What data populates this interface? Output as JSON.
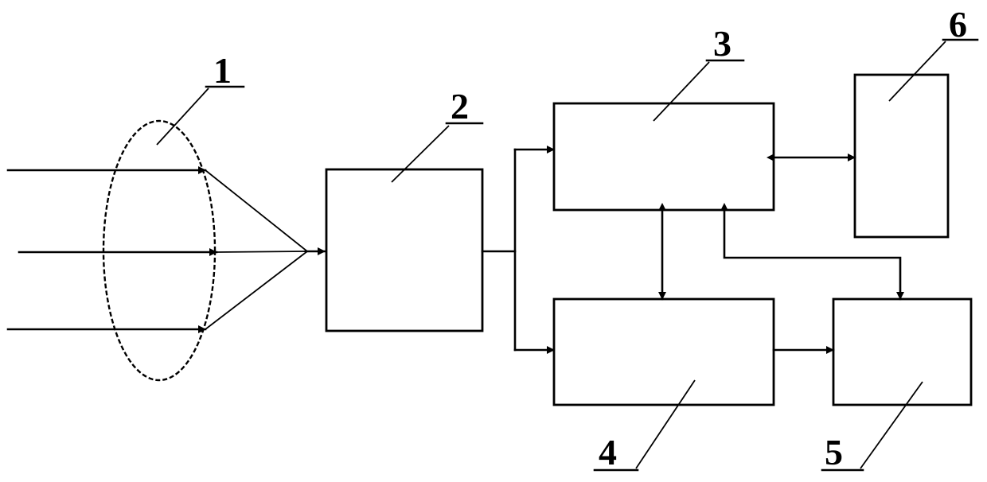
{
  "labels": {
    "lens": "1",
    "block_2": "2",
    "block_3": "3",
    "block_4": "4",
    "block_5": "5",
    "block_6": "6"
  },
  "colors": {
    "line": "#000000",
    "background": "#ffffff"
  }
}
